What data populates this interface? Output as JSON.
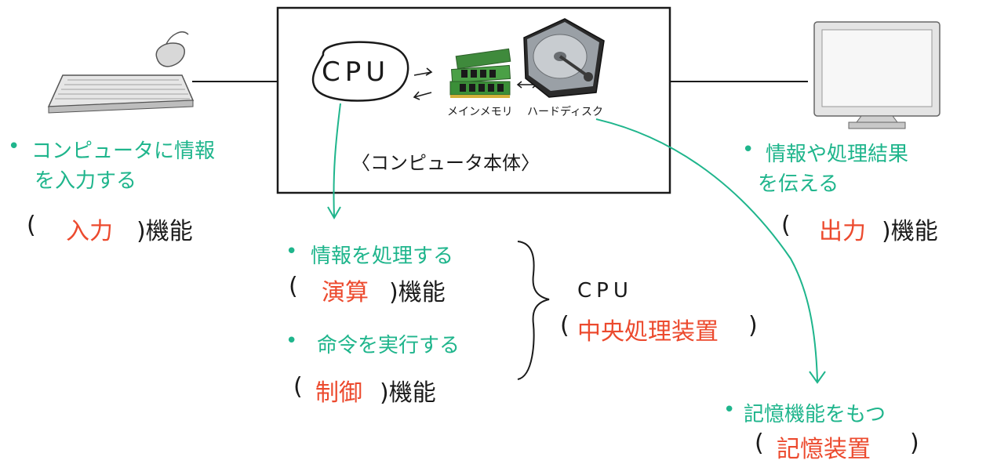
{
  "computer_body": {
    "cpu_label": "CPU",
    "memory_label": "メインメモリ",
    "hdd_label": "ハードディスク",
    "title": "〈コンピュータ本体〉"
  },
  "input_section": {
    "bullet": "•",
    "line1": "コンピュータに情報",
    "line2": "を入力する",
    "paren_open": "(",
    "keyword": "入力",
    "paren_close": ")機能"
  },
  "output_section": {
    "bullet": "•",
    "line1": "情報や処理結果",
    "line2": "を伝える",
    "paren_open": "(",
    "keyword": "出力",
    "paren_close": ")機能"
  },
  "cpu_section": {
    "item1_bullet": "•",
    "item1_text": "情報を処理する",
    "item1_paren_open": "(",
    "item1_keyword": "演算",
    "item1_paren_close": ")機能",
    "item2_bullet": "•",
    "item2_text": "命令を実行する",
    "item2_paren_open": "(",
    "item2_keyword": "制御",
    "item2_paren_close": ")機能",
    "group_label": "CPU",
    "group_paren_open": "(",
    "group_keyword": "中央処理装置",
    "group_paren_close": ")"
  },
  "storage_section": {
    "bullet": "•",
    "text": "記憶機能をもつ",
    "paren_open": "(",
    "keyword": "記憶装置",
    "paren_close": ")"
  },
  "colors": {
    "green": "#1fb58c",
    "red": "#ec4a2e",
    "ink": "#1a1a1a"
  }
}
